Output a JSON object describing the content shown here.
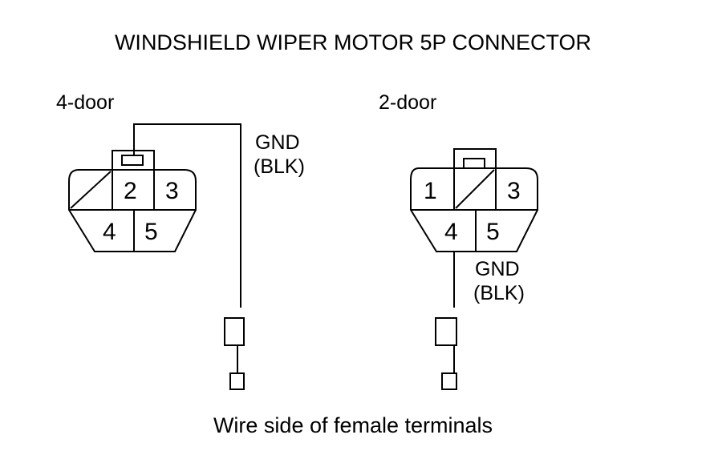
{
  "diagram": {
    "title": "WINDSHIELD WIPER MOTOR 5P CONNECTOR",
    "footer": "Wire side of female terminals",
    "four_door": {
      "label": "4-door",
      "pins": {
        "p2": "2",
        "p3": "3",
        "p4": "4",
        "p5": "5"
      },
      "wire_label_line1": "GND",
      "wire_label_line2": "(BLK)"
    },
    "two_door": {
      "label": "2-door",
      "pins": {
        "p1": "1",
        "p3": "3",
        "p4": "4",
        "p5": "5"
      },
      "wire_label_line1": "GND",
      "wire_label_line2": "(BLK)"
    }
  }
}
